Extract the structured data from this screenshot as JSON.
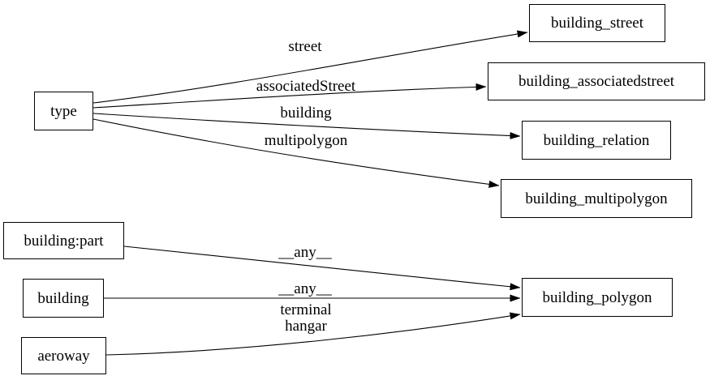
{
  "diagram": {
    "type": "directed-graph",
    "background_color": "#ffffff",
    "node_fill_color": "#ffffff",
    "node_border_color": "#000000",
    "edge_color": "#000000",
    "text_color": "#000000",
    "nodes": [
      {
        "id": "type",
        "label": "type"
      },
      {
        "id": "building_street",
        "label": "building_street"
      },
      {
        "id": "building_associatedstreet",
        "label": "building_associatedstreet"
      },
      {
        "id": "building_relation",
        "label": "building_relation"
      },
      {
        "id": "building_multipolygon",
        "label": "building_multipolygon"
      },
      {
        "id": "building_polygon",
        "label": "building_polygon"
      },
      {
        "id": "building_part",
        "label": "building:part"
      },
      {
        "id": "building",
        "label": "building"
      },
      {
        "id": "aeroway",
        "label": "aeroway"
      }
    ],
    "edges": [
      {
        "from": "type",
        "to": "building_street",
        "label": "street"
      },
      {
        "from": "type",
        "to": "building_associatedstreet",
        "label": "associatedStreet"
      },
      {
        "from": "type",
        "to": "building_relation",
        "label": "building"
      },
      {
        "from": "type",
        "to": "building_multipolygon",
        "label": "multipolygon"
      },
      {
        "from": "building:part",
        "to": "building_polygon",
        "label": "__any__"
      },
      {
        "from": "building",
        "to": "building_polygon",
        "label": "__any__"
      },
      {
        "from": "aeroway",
        "to": "building_polygon",
        "label": "terminal\nhangar"
      }
    ]
  }
}
